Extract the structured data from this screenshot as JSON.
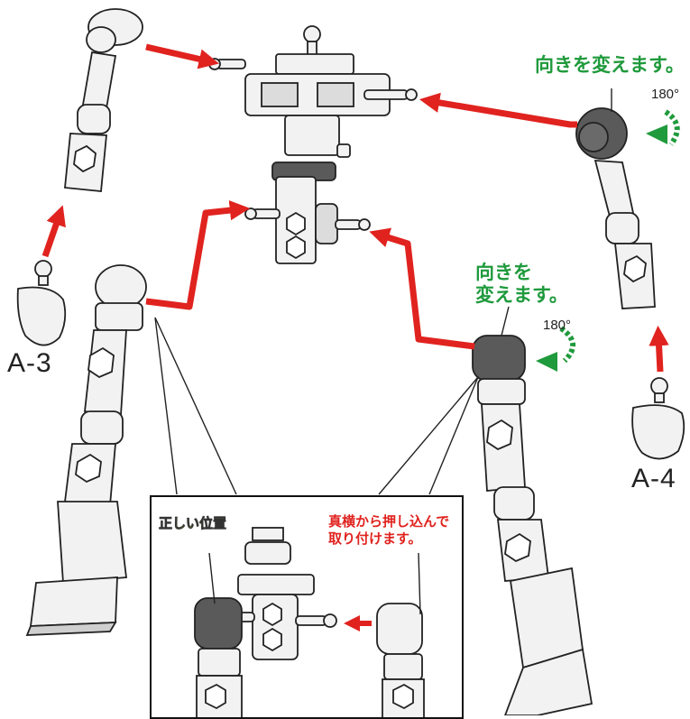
{
  "labels": {
    "part_a3": "A-3",
    "part_a4": "A-4"
  },
  "notes": {
    "turn_arm": "向きを変えます。",
    "turn_leg_line1": "向きを",
    "turn_leg_line2": "変えます。",
    "rotation_arm": "180°",
    "rotation_leg": "180°",
    "correct_position": "正しい位置",
    "attach_line1": "真横から押し込んで",
    "attach_line2": "取り付けます。"
  },
  "colors": {
    "arrow_red": "#e0231f",
    "rotate_green": "#1f9a3c",
    "part_gray": "#5a5a5a",
    "part_light": "#f2f2f2",
    "outline": "#222222"
  },
  "icons": [
    "rotate-180-icon",
    "assembly-arrow-icon"
  ]
}
